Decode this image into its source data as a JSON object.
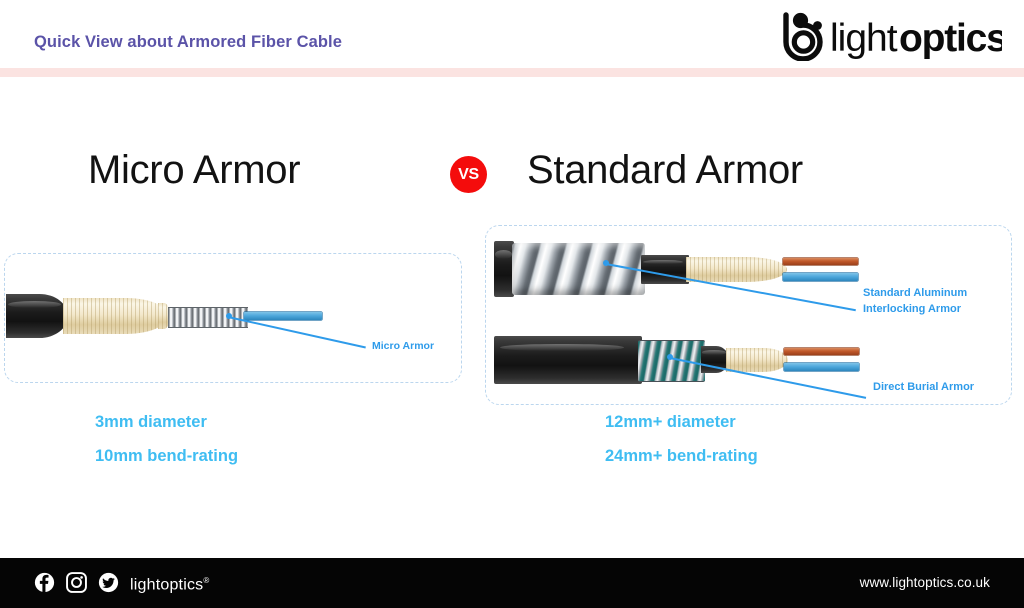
{
  "header": {
    "title": "Quick View about Armored Fiber Cable",
    "logo_text": "lightoptics",
    "logo_name": "lightoptics-logo",
    "accent_purple": "#5B53A8",
    "band_color": "#FBE3E1"
  },
  "comparison": {
    "left_heading": "Micro Armor",
    "vs_label": "VS",
    "vs_color": "#F40C0C",
    "right_heading": "Standard Armor"
  },
  "left_panel": {
    "callout": "Micro Armor",
    "specs": [
      "3mm diameter",
      "10mm bend-rating"
    ],
    "spec_color": "#3FBDF2",
    "callout_color": "#2E9BEA",
    "parts": {
      "jacket": "black-outer-jacket",
      "yarn": "aramid-yarn-bundle",
      "armor": "micro-corrugated-armor",
      "fiber": "blue-fiber-strand"
    }
  },
  "right_panel": {
    "callout_top_line1": "Standard Aluminum",
    "callout_top_line2": "Interlocking Armor",
    "callout_bottom": "Direct Burial Armor",
    "specs": [
      "12mm+ diameter",
      "24mm+ bend-rating"
    ],
    "spec_color": "#3FBDF2",
    "callout_color": "#2E9BEA",
    "parts": {
      "top_cable": "standard-aluminum-interlocking-armor-cable",
      "bottom_cable": "direct-burial-armor-cable",
      "fiber_orange": "#C1592A",
      "fiber_blue": "#4FA8DC"
    }
  },
  "footer": {
    "brand": "lightoptics",
    "brand_mark": "®",
    "url": "www.lightoptics.co.uk",
    "social": [
      {
        "name": "facebook-icon",
        "label": "Facebook"
      },
      {
        "name": "instagram-icon",
        "label": "Instagram"
      },
      {
        "name": "twitter-icon",
        "label": "Twitter"
      }
    ],
    "background": "#050505"
  }
}
